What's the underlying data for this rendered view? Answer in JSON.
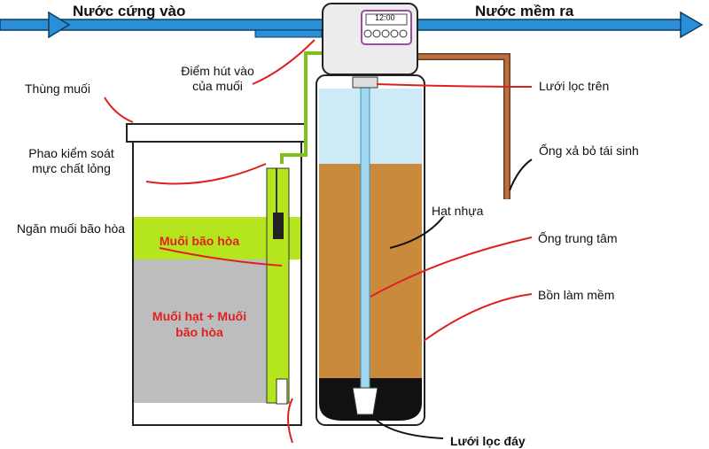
{
  "labels": {
    "inlet": "Nước cứng vào",
    "outlet": "Nước mềm ra",
    "salt_suction": "Điểm hút vào của muối",
    "brine_tank": "Thùng muối",
    "float": "Phao kiểm soát mực chất lỏng",
    "saturated_chamber": "Ngăn muối bão hòa",
    "saturated_salt": "Muối bão hòa",
    "salt_grains": "Muối hạt + Muối bão hòa",
    "top_screen": "Lưới lọc trên",
    "drain_pipe": "Ống xả bỏ tái sinh",
    "resin": "Hạt nhựa",
    "center_tube": "Ống trung tâm",
    "softener_tank": "Bồn làm mềm",
    "bottom_screen": "Lưới lọc đáy"
  },
  "control_display": "12:00",
  "colors": {
    "pipe": "#2a8fd6",
    "brine": "#b5e61d",
    "resin": "#c98a3c",
    "drain": "#a0522d",
    "callout": "#e02020"
  }
}
